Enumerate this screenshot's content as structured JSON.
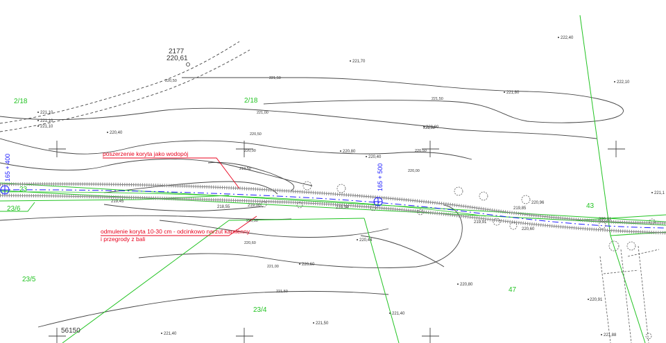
{
  "colors": {
    "contour": "#333333",
    "parcel": "#22c322",
    "annotation": "#e8001c",
    "axis": "#1a1aff",
    "background": "#ffffff"
  },
  "parcels": {
    "p_218_left": "2/18",
    "p_218_mid": "2/18",
    "p_236": "23/6",
    "p_235": "23/5",
    "p_234": "23/4",
    "p_43": "43",
    "p_47": "47",
    "p_r": "23"
  },
  "points": {
    "pt_2177_id": "2177",
    "pt_2177_elev": "220,61",
    "pt_56150": "56150"
  },
  "annotations": {
    "widening": "poszerzenie koryta jako wodopój",
    "desilting_line1": "odmulenie koryta 10-30 cm - odcinkowo narzut kamienny",
    "desilting_line2": "i przegrody z bali"
  },
  "chainage": {
    "km_400": "165 + 400",
    "km_500": "165 + 500"
  },
  "spot_elevations": {
    "e1": "222,40",
    "e2": "221,70",
    "e3": "222,10",
    "e4": "221,80",
    "e5": "221,10",
    "e6": "221,10",
    "e7": "221,10",
    "e8": "220,40",
    "e9": "220,80",
    "e10": "220,40",
    "e11": "220,44",
    "e12": "220,60",
    "e13": "220,80",
    "e14": "221,40",
    "e15": "221,50",
    "e16": "221,40",
    "e17": "220,96",
    "e18": "220,60",
    "e19": "219,85",
    "e20": "219,91",
    "e21": "219,34",
    "e22": "218,55",
    "e23": "219,00",
    "e24": "219,45",
    "e25": "220,91",
    "e26": "221,88",
    "e27": "221,1",
    "e28": "220,01"
  },
  "contour_labels": {
    "c1": "221,50",
    "c2": "221,50",
    "c3": "221,00",
    "c4": "221,00",
    "c5": "220,50",
    "c6": "220,50",
    "c7": "220,00",
    "c8": "220,00",
    "c9": "219,50",
    "c10": "220,50",
    "c11": "220,60",
    "c12": "221,00",
    "c13": "221,50",
    "c14": "220,50"
  }
}
